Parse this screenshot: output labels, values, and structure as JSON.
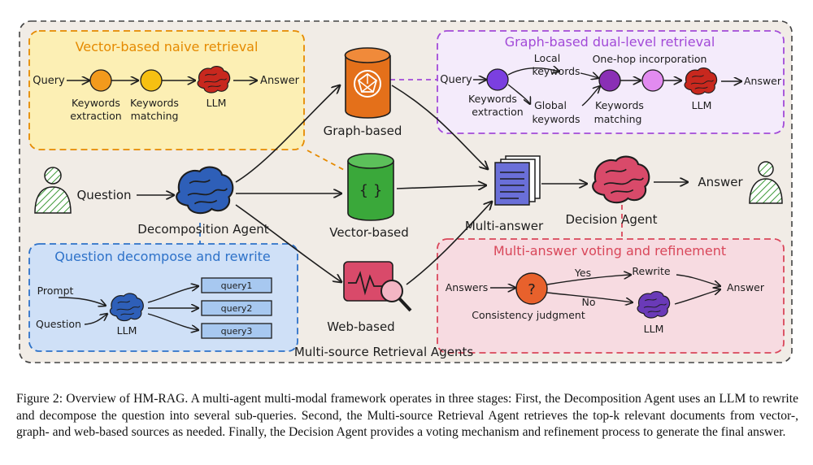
{
  "panels": {
    "vector_naive": {
      "title": "Vector-based naive retrieval",
      "query": "Query",
      "step1": [
        "Keywords",
        "extraction"
      ],
      "step2": [
        "Keywords",
        "matching"
      ],
      "llm": "LLM",
      "answer": "Answer"
    },
    "graph_dual": {
      "title": "Graph-based dual-level retrieval",
      "query": "Query",
      "local": [
        "Local",
        "keywords"
      ],
      "global": [
        "Global",
        "keywords"
      ],
      "extraction": [
        "Keywords",
        "extraction"
      ],
      "matching": [
        "Keywords",
        "matching"
      ],
      "one_hop": "One-hop incorporation",
      "llm": "LLM",
      "answer": "Answer"
    },
    "decompose": {
      "title": "Question decompose and rewrite",
      "prompt": "Prompt",
      "question": "Question",
      "llm": "LLM",
      "queries": [
        "query1",
        "query2",
        "query3"
      ]
    },
    "voting": {
      "title": "Multi-answer voting and refinement",
      "answers": "Answers",
      "symbol": "?",
      "yes": "Yes",
      "no": "No",
      "rewrite": "Rewrite",
      "answer": "Answer",
      "consistency": "Consistency judgment",
      "llm": "LLM"
    }
  },
  "main": {
    "question": "Question",
    "decomposition_agent": "Decomposition Agent",
    "graph_based": "Graph-based",
    "vector_based": "Vector-based",
    "vector_symbol": "{ }",
    "web_based": "Web-based",
    "multi_answer": "Multi-answer",
    "decision_agent": "Decision Agent",
    "answer": "Answer",
    "group_label": "Multi-source Retrieval Agents"
  },
  "caption": "Figure 2: Overview of HM-RAG. A multi-agent multi-modal framework operates in three stages: First, the Decomposition Agent uses an LLM to rewrite and decompose the question into several sub-queries. Second, the Multi-source Retrieval Agent retrieves the top-k relevant documents from vector-, graph- and web-based sources as needed. Finally, the Decision Agent provides a voting mechanism and refinement process to generate the final answer.",
  "colors": {
    "background_panel": "#f1ece6",
    "orange": "#e58a00",
    "purple": "#a24ad8",
    "blue": "#2e72c9",
    "red": "#d9475a",
    "green": "#3f9a3a",
    "brain_blue": "#2e5fb8",
    "brain_pink": "#d94a6a",
    "brain_red": "#c8281e"
  },
  "icons": [
    "user-icon",
    "brain-icon",
    "database-icon",
    "document-stack-icon",
    "web-search-icon"
  ]
}
